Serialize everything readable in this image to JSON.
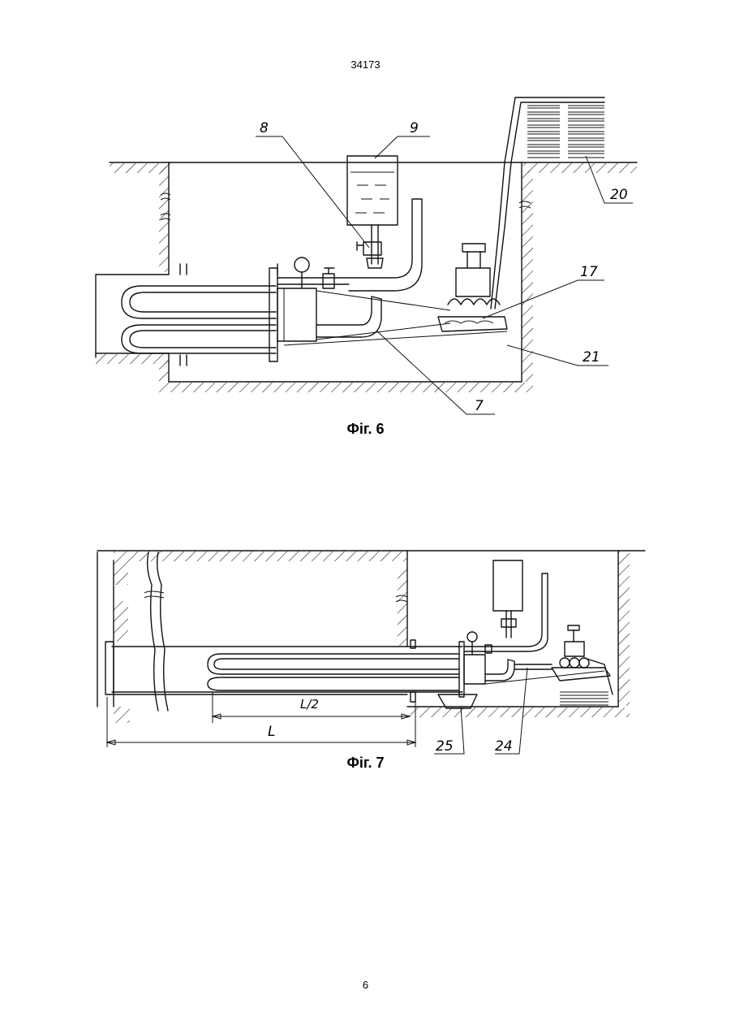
{
  "page": {
    "header_number": "34173",
    "footer_number": "6"
  },
  "figure6": {
    "caption": "Фіг. 6",
    "labels": {
      "l8": "8",
      "l9": "9",
      "l20": "20",
      "l17": "17",
      "l21": "21",
      "l7": "7"
    }
  },
  "figure7": {
    "caption": "Фіг. 7",
    "labels": {
      "l_half": "L/2",
      "l_full": "L",
      "l25": "25",
      "l24": "24"
    }
  }
}
